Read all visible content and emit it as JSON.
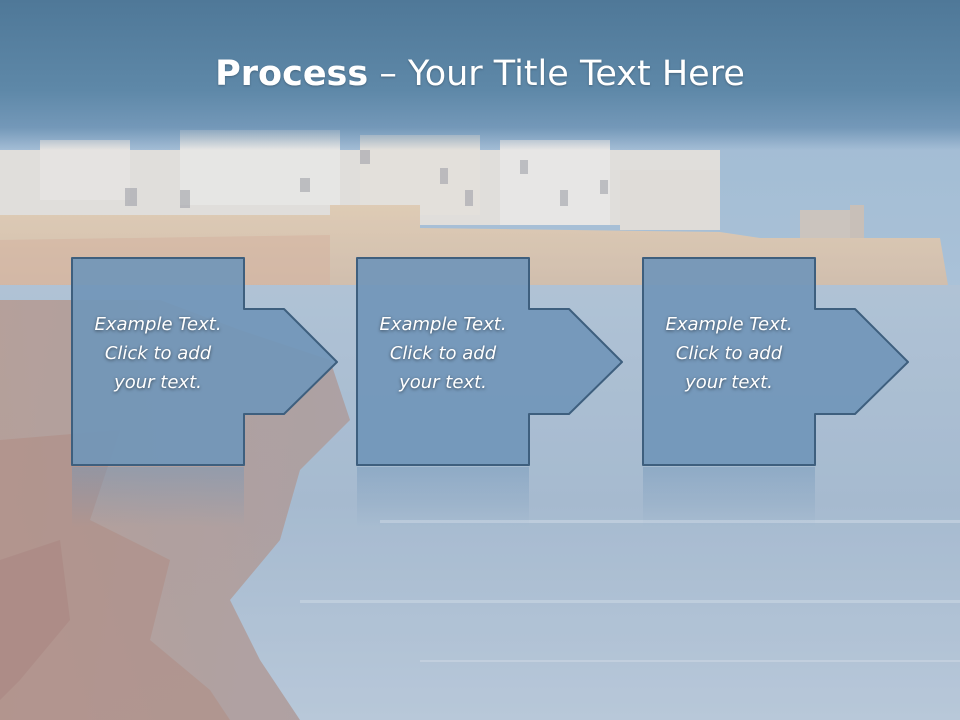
{
  "title": {
    "bold": "Process",
    "rest": " – Your Title Text Here"
  },
  "steps": [
    {
      "text": "Example Text.\nClick  to add\nyour text."
    },
    {
      "text": "Example Text.\nClick  to add\nyour text."
    },
    {
      "text": "Example Text.\nClick  to add\nyour text."
    }
  ],
  "colors": {
    "title_bar": "#5a84a4",
    "shape_fill": "#7196b9",
    "shape_stroke": "#3e5f7e"
  }
}
